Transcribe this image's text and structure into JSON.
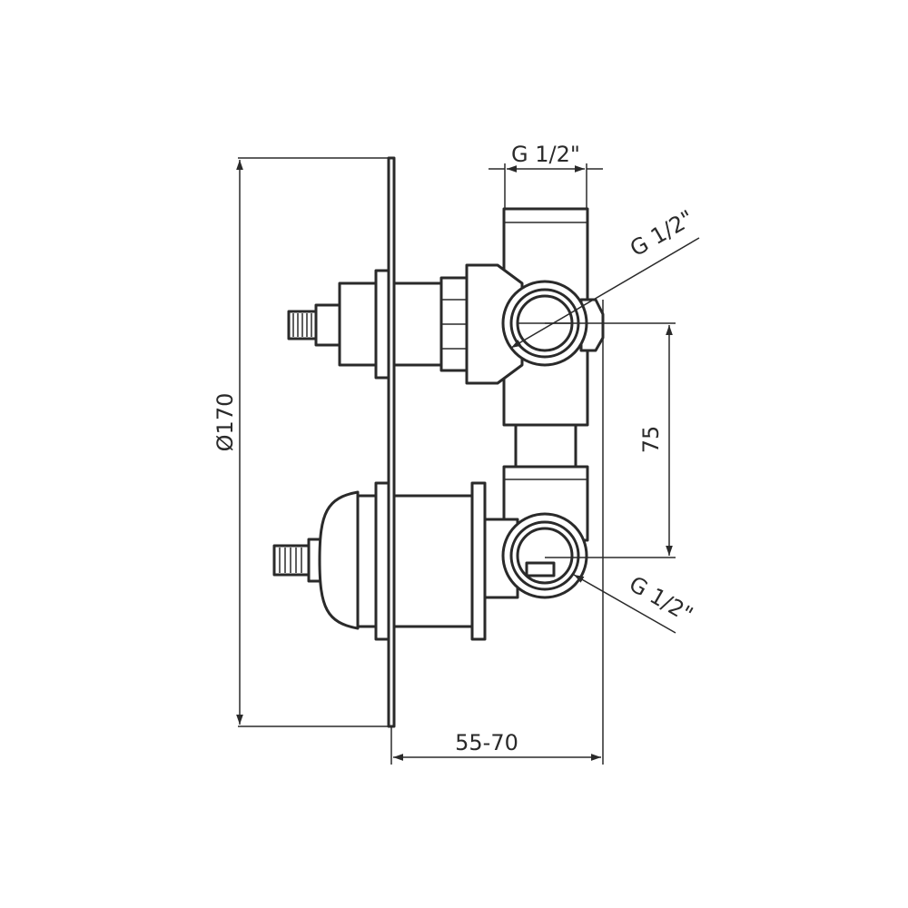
{
  "dimensions": {
    "plate_diameter": "Ø170",
    "depth": "55-70",
    "outlet_spacing": "75",
    "top_inlet": "G 1/2\"",
    "upper_side_inlet": "G 1/2\"",
    "lower_side_inlet": "G 1/2\""
  },
  "colors": {
    "line": "#2a2a2a",
    "background": "#ffffff"
  }
}
